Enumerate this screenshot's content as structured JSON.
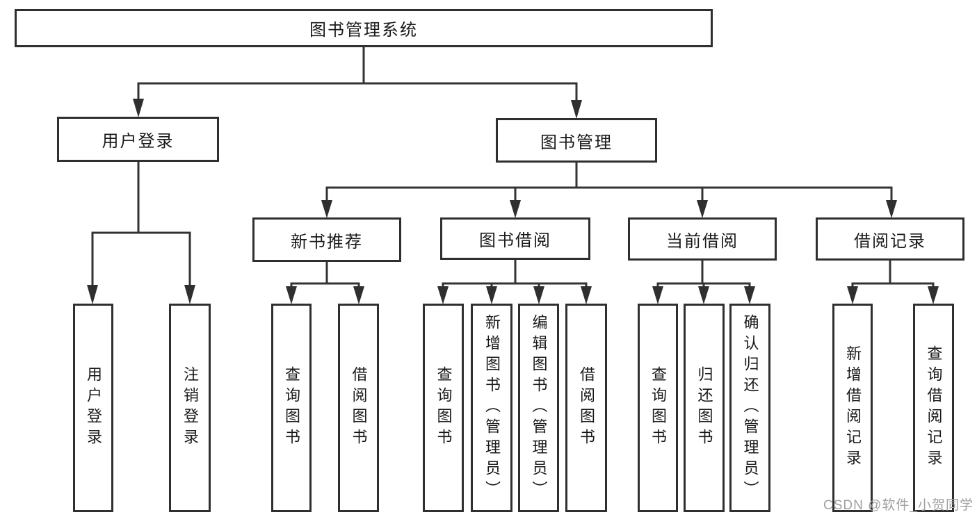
{
  "nodes": {
    "root": "图书管理系统",
    "user_login": "用户登录",
    "book_mgmt": "图书管理",
    "new_books": "新书推荐",
    "book_borrow": "图书借阅",
    "current_borrow": "当前借阅",
    "borrow_records": "借阅记录"
  },
  "leaves": {
    "user_login": [
      "用户登录",
      "注销登录"
    ],
    "new_books": [
      "查询图书",
      "借阅图书"
    ],
    "book_borrow": [
      "查询图书",
      "新增图书（管理员）",
      "编辑图书（管理员）",
      "借阅图书"
    ],
    "current_borrow": [
      "查询图书",
      "归还图书",
      "确认归还（管理员）"
    ],
    "borrow_records": [
      "新增借阅记录",
      "查询借阅记录"
    ]
  },
  "watermark": "CSDN @软件_小贺同学",
  "colors": {
    "line": "#333333",
    "box_border": "#2f2f2f",
    "text": "#1a1a1a",
    "background": "#ffffff",
    "watermark": "#a0a0a0"
  }
}
